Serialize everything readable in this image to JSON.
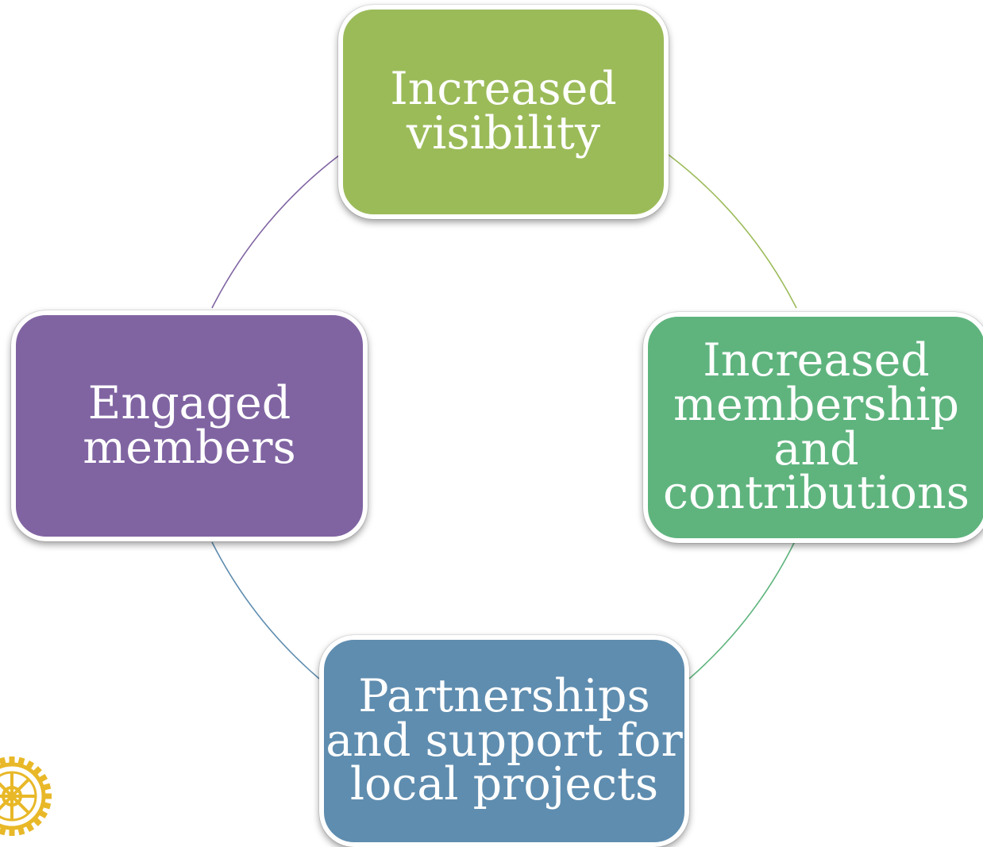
{
  "diagram": {
    "nodes": [
      {
        "id": "top",
        "label": "Increased visibility",
        "color": "#9bbb59"
      },
      {
        "id": "right",
        "label": "Increased membership and contributions",
        "color": "#5fb47e"
      },
      {
        "id": "bottom",
        "label": "Partnerships and support for local projects",
        "color": "#5f8daf"
      },
      {
        "id": "left",
        "label": "Engaged members",
        "color": "#8064a2"
      }
    ],
    "connectors": [
      {
        "from": "top",
        "to": "right",
        "color": "#9bbb59"
      },
      {
        "from": "right",
        "to": "bottom",
        "color": "#5fb47e"
      },
      {
        "from": "bottom",
        "to": "left",
        "color": "#5f8daf"
      },
      {
        "from": "left",
        "to": "top",
        "color": "#8064a2"
      }
    ]
  },
  "logo": {
    "icon": "rotary-wheel-icon",
    "color": "#e8b828"
  }
}
